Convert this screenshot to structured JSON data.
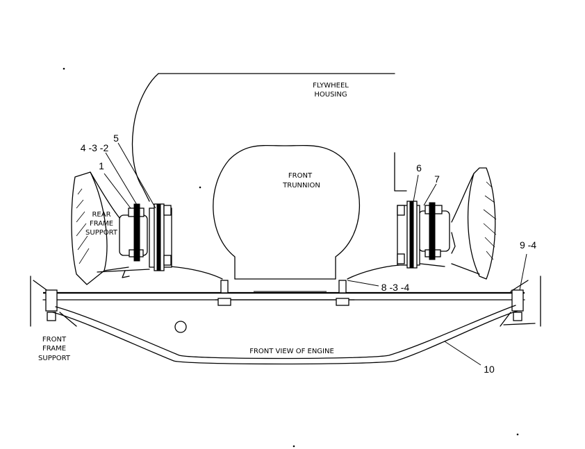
{
  "labels": {
    "flywheel_housing": [
      "FLYWHEEL",
      "HOUSING"
    ],
    "front_trunnion": [
      "FRONT",
      "TRUNNION"
    ],
    "rear_frame_support": [
      "REAR",
      "FRAME",
      "SUPPORT"
    ],
    "front_frame_support": [
      "FRONT",
      "FRAME",
      "SUPPORT"
    ],
    "front_view_of_engine": "FRONT VIEW OF ENGINE"
  },
  "callouts": {
    "c_4_3_2": "4 -3 -2",
    "c_5": "5",
    "c_1": "1",
    "c_6": "6",
    "c_7": "7",
    "c_9_4": "9 -4",
    "c_8_3_4": "8 -3 -4",
    "c_10": "10"
  }
}
